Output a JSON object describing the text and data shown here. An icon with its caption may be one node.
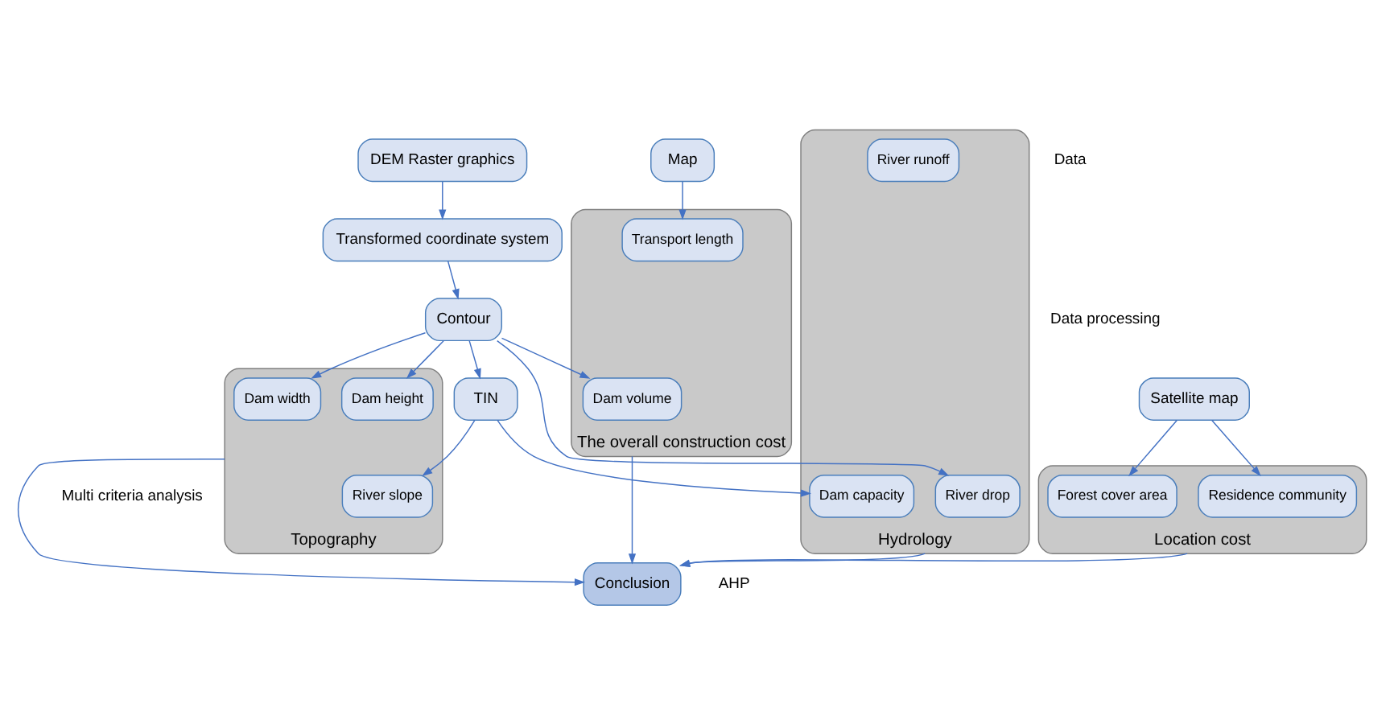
{
  "diagram": {
    "nodes": [
      {
        "text": [
          "DEM Raster graphics"
        ]
      },
      {
        "text": [
          "Map"
        ]
      },
      {
        "text": [
          "Satellite map"
        ]
      },
      {
        "text": [
          "Transformed coordinate system"
        ]
      },
      {
        "text": [
          "Contour"
        ]
      },
      {
        "text": [
          "TIN"
        ]
      },
      {
        "text": [
          "Topography"
        ]
      },
      {
        "text": [
          "Dam height"
        ],
        "in": 6
      },
      {
        "text": [
          "Dam width"
        ],
        "in": 6
      },
      {
        "text": [
          "River slope"
        ],
        "in": 6
      },
      {
        "text": [
          "Hydrology"
        ]
      },
      {
        "text": [
          "River drop"
        ],
        "in": 10
      },
      {
        "text": [
          "River runoff"
        ],
        "in": 10
      },
      {
        "text": [
          "Dam capacity"
        ],
        "in": 10
      },
      {
        "text": [
          "The overall construction cost"
        ]
      },
      {
        "text": [
          "Dam volume"
        ],
        "in": 14
      },
      {
        "text": [
          "Transport length"
        ],
        "in": 14
      },
      {
        "text": [
          "Location cost"
        ]
      },
      {
        "text": [
          "Residence community"
        ],
        "in": 17
      },
      {
        "text": [
          "Forest cover area"
        ],
        "in": 17
      },
      {
        "text": [
          "Conclusion"
        ]
      }
    ],
    "edges": [
      {
        "from": 0,
        "to": 3,
        "arrow": "to"
      },
      {
        "from": 3,
        "to": 4,
        "arrow": "to"
      },
      {
        "from": 4,
        "to": 5,
        "arrow": "to"
      },
      {
        "from": 4,
        "to": 7,
        "arrow": "to"
      },
      {
        "from": 4,
        "to": 8,
        "arrow": "to"
      },
      {
        "from": 4,
        "to": 11,
        "arrow": "to"
      },
      {
        "from": 4,
        "to": 15,
        "arrow": "to"
      },
      {
        "from": 5,
        "to": 9,
        "arrow": "to"
      },
      {
        "from": 5,
        "to": 13,
        "arrow": "to"
      },
      {
        "from": 1,
        "to": 16,
        "arrow": "to"
      },
      {
        "from": 2,
        "to": 18,
        "arrow": "to"
      },
      {
        "from": 2,
        "to": 19,
        "arrow": "to"
      },
      {
        "from": 6,
        "to": 20,
        "arrow": "to"
      },
      {
        "from": 10,
        "to": 20,
        "arrow": "to"
      },
      {
        "from": 14,
        "to": 20,
        "arrow": "to"
      },
      {
        "from": 17,
        "to": 20,
        "arrow": "to"
      }
    ],
    "labels": [
      "Data",
      "Data processing",
      "Multi criteria analysis",
      "AHP"
    ]
  }
}
